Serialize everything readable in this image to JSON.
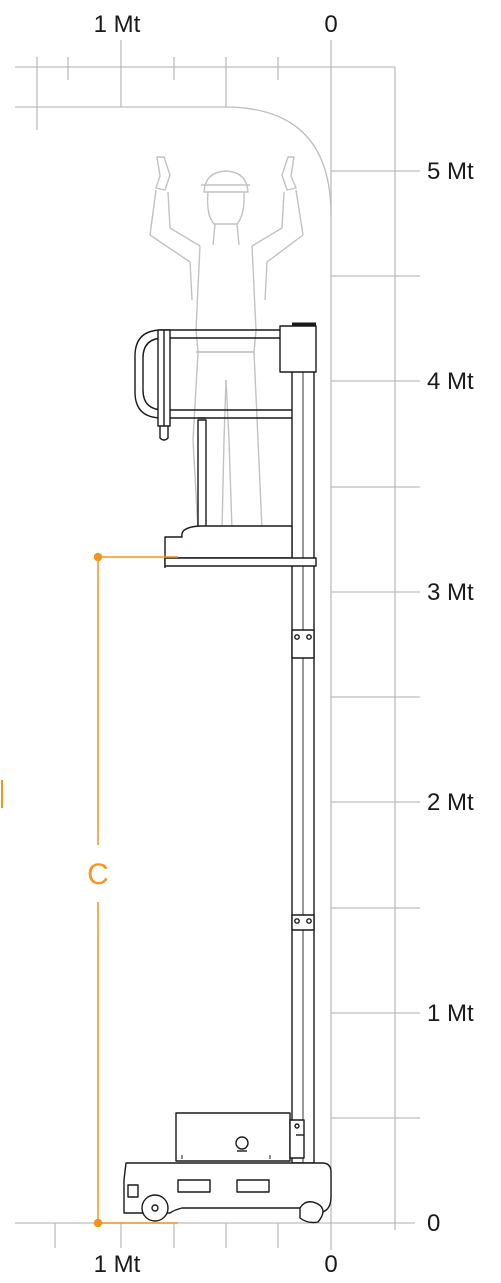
{
  "top_axis": {
    "left_label": "1 Mt",
    "right_label": "0"
  },
  "bottom_axis": {
    "left_label": "1 Mt",
    "right_label": "0"
  },
  "height_scale": [
    "0",
    "1 Mt",
    "2 Mt",
    "3 Mt",
    "4 Mt",
    "5 Mt"
  ],
  "dimension": {
    "label": "C"
  },
  "colors": {
    "grid": "#bdbdbd",
    "machine": "#1a1a1a",
    "operator": "#c2c2c2",
    "dimension": "#f7941d",
    "text": "#1a1a1a"
  }
}
